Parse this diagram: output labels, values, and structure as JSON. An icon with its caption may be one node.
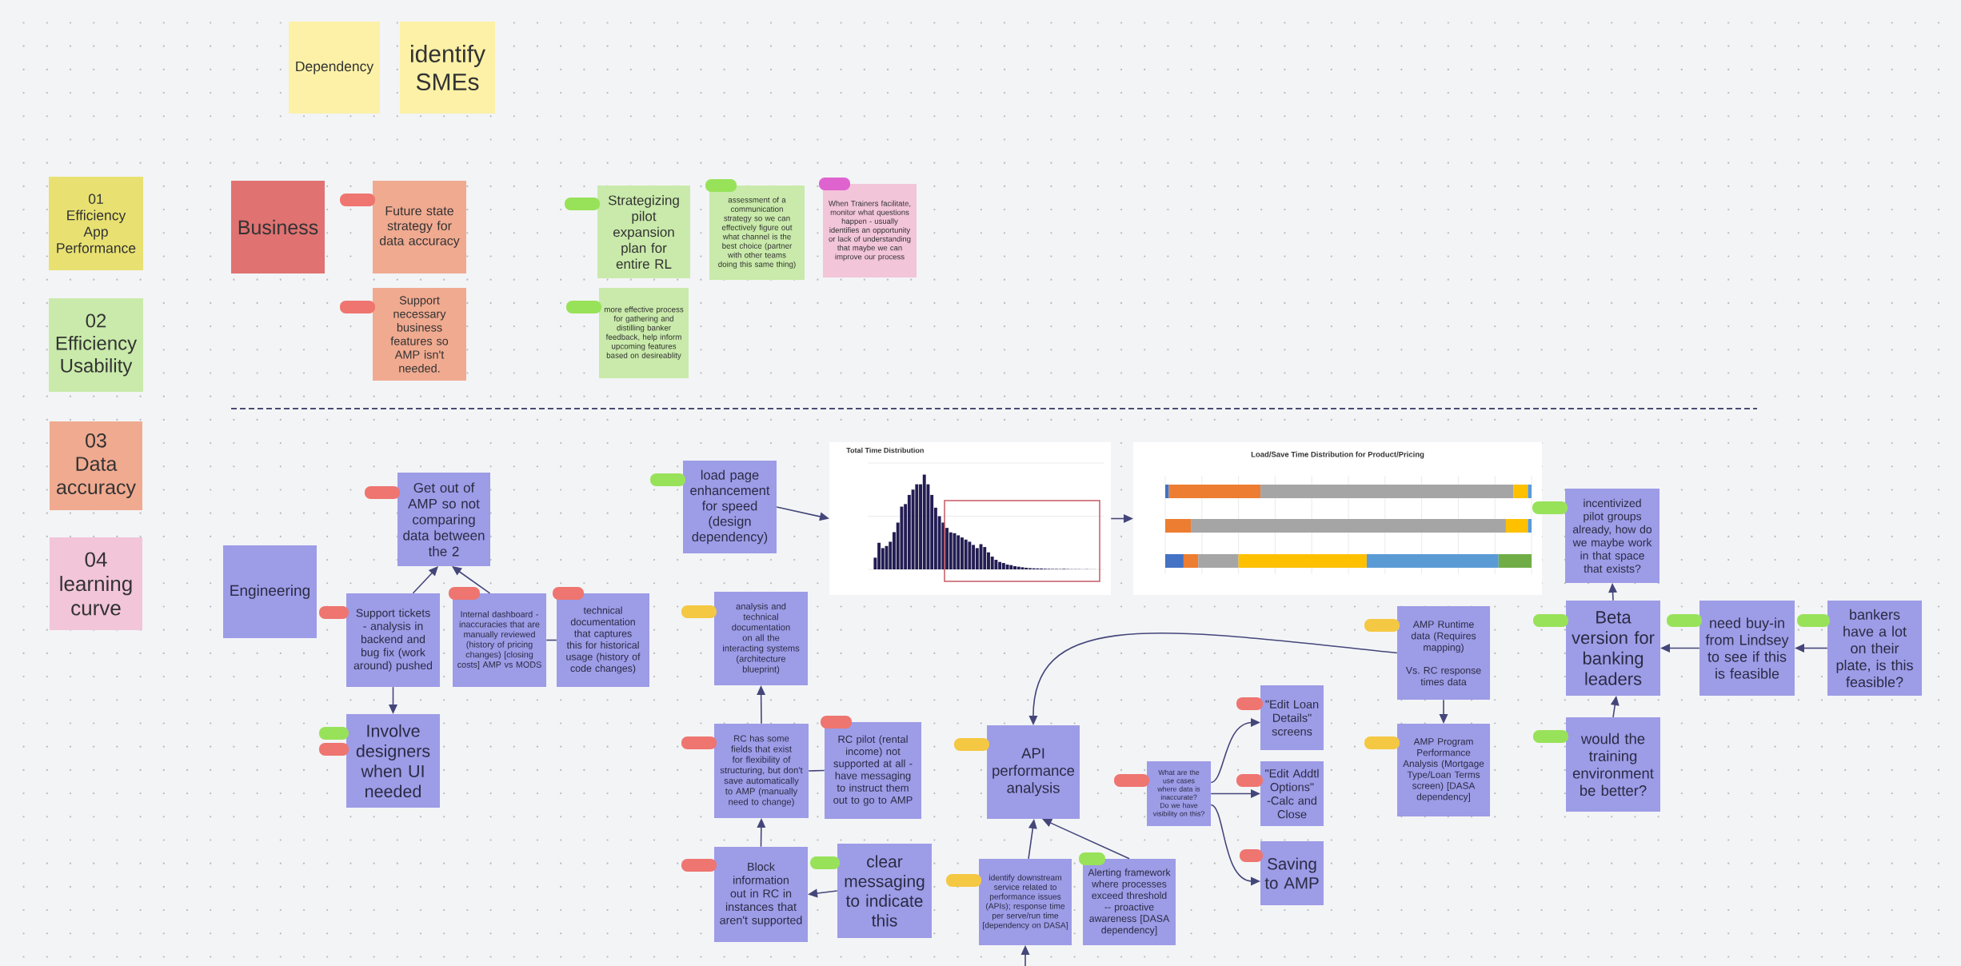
{
  "diagram": {
    "nodes": [
      {
        "text": [
          "Dependency"
        ]
      },
      {
        "text": [
          "identify SMEs"
        ]
      },
      {
        "text": [
          "01",
          "Efficiency App Performance"
        ]
      },
      {
        "text": [
          "02",
          "Efficiency Usability"
        ]
      },
      {
        "text": [
          "03",
          "Data accuracy"
        ]
      },
      {
        "text": [
          "04",
          "learning curve"
        ]
      },
      {
        "text": [
          "Business"
        ]
      },
      {
        "text": [
          "Future state strategy for data accuracy"
        ]
      },
      {
        "text": [
          "Support necessary business features so AMP isn't needed."
        ]
      },
      {
        "text": [
          "Strategizing pilot expansion plan for entire RL"
        ]
      },
      {
        "text": [
          "assessment of a communication strategy so we can effectively figure out what channel is the best choice (partner with other teams doing this same thing)"
        ]
      },
      {
        "text": [
          "When Trainers facilitate, monitor what questions happen - usually identifies an opportunity or lack of understanding that maybe we can improve our process"
        ]
      },
      {
        "text": [
          "more effective process for gathering and distilling banker feedback, help inform upcoming features based on desireablity"
        ]
      },
      {
        "text": [
          "Engineering"
        ]
      },
      {
        "text": [
          "Get out of AMP so not comparing data between the 2"
        ]
      },
      {
        "text": [
          "Support tickets - analysis in backend and bug fix (work around) pushed"
        ]
      },
      {
        "text": [
          "Internal dashboard - inaccuracies that are manually reviewed (history of pricing changes) [closing costs] AMP vs MODS"
        ]
      },
      {
        "text": [
          "technical documentation that captures this for historical usage (history of code changes)"
        ]
      },
      {
        "text": [
          "Involve designers when UI needed"
        ]
      },
      {
        "text": [
          "load page enhancement for speed (design dependency)"
        ]
      },
      {
        "text": [
          "Total Time Distribution"
        ]
      },
      {
        "text": [
          "Load/Save Time Distribution for Product/Pricing"
        ]
      },
      {
        "text": [
          "analysis and technical documentation on all the interacting systems (architecture blueprint)"
        ]
      },
      {
        "text": [
          "RC has some fields that exist for flexibility of structuring, but don't save automatically to AMP (manually need to change)"
        ]
      },
      {
        "text": [
          "RC pilot (rental income) not supported at all - have messaging to instruct them out to go to AMP"
        ]
      },
      {
        "text": [
          "Block information out in RC in instances that aren't supported"
        ]
      },
      {
        "text": [
          "clear messaging to indicate this"
        ]
      },
      {
        "text": [
          "API performance analysis"
        ]
      },
      {
        "text": [
          "identify downstream service related to performance issues (APIs); response time per serve/run time [dependency on DASA]"
        ]
      },
      {
        "text": [
          "Alerting framework where processes exceed threshold -- proactive awareness [DASA dependency]"
        ]
      },
      {
        "text": [
          "What are the use cases where data is inaccurate? Do we have visibility on this?"
        ]
      },
      {
        "text": [
          "\"Edit Loan Details\" screens"
        ]
      },
      {
        "text": [
          "\"Edit Addtl Options\" -Calc and Close"
        ]
      },
      {
        "text": [
          "Saving to AMP"
        ]
      },
      {
        "text": [
          "AMP Runtime data (Requires mapping)",
          "Vs. RC response times data"
        ]
      },
      {
        "text": [
          "AMP Program Performance Analysis (Mortgage Type/Loan Terms screen) [DASA dependency]"
        ]
      },
      {
        "text": [
          "incentivized pilot groups already, how do we maybe work in that space that exists?"
        ]
      },
      {
        "text": [
          "Beta version for banking leaders"
        ]
      },
      {
        "text": [
          "need buy-in from Lindsey to see if this is feasible"
        ]
      },
      {
        "text": [
          "bankers have a lot on their plate, is this feasible?"
        ]
      },
      {
        "text": [
          "would the training environment be better?"
        ]
      }
    ],
    "edges": [
      {
        "from": 15,
        "to": 14,
        "arrow": "to"
      },
      {
        "from": 16,
        "to": 14,
        "arrow": "to"
      },
      {
        "from": 16,
        "to": 17,
        "arrow": "none"
      },
      {
        "from": 15,
        "to": 18,
        "arrow": "to"
      },
      {
        "from": 19,
        "to": 20,
        "arrow": "to"
      },
      {
        "from": 20,
        "to": 21,
        "arrow": "to"
      },
      {
        "from": 23,
        "to": 22,
        "arrow": "to"
      },
      {
        "from": 25,
        "to": 23,
        "arrow": "to"
      },
      {
        "from": 26,
        "to": 25,
        "arrow": "to"
      },
      {
        "from": 23,
        "to": 24,
        "arrow": "none"
      },
      {
        "from": 34,
        "to": 27,
        "arrow": "to"
      },
      {
        "from": 28,
        "to": 27,
        "arrow": "to"
      },
      {
        "from": 29,
        "to": 27,
        "arrow": "to"
      },
      {
        "from": null,
        "to": 28,
        "arrow": "to"
      },
      {
        "from": 30,
        "to": 31,
        "arrow": "to"
      },
      {
        "from": 30,
        "to": 32,
        "arrow": "to"
      },
      {
        "from": 30,
        "to": 33,
        "arrow": "to"
      },
      {
        "from": 34,
        "to": 35,
        "arrow": "to"
      },
      {
        "from": 40,
        "to": 37,
        "arrow": "to"
      },
      {
        "from": 37,
        "to": 36,
        "arrow": "to"
      },
      {
        "from": 38,
        "to": 37,
        "arrow": "to"
      },
      {
        "from": 39,
        "to": 38,
        "arrow": "to"
      }
    ]
  }
}
